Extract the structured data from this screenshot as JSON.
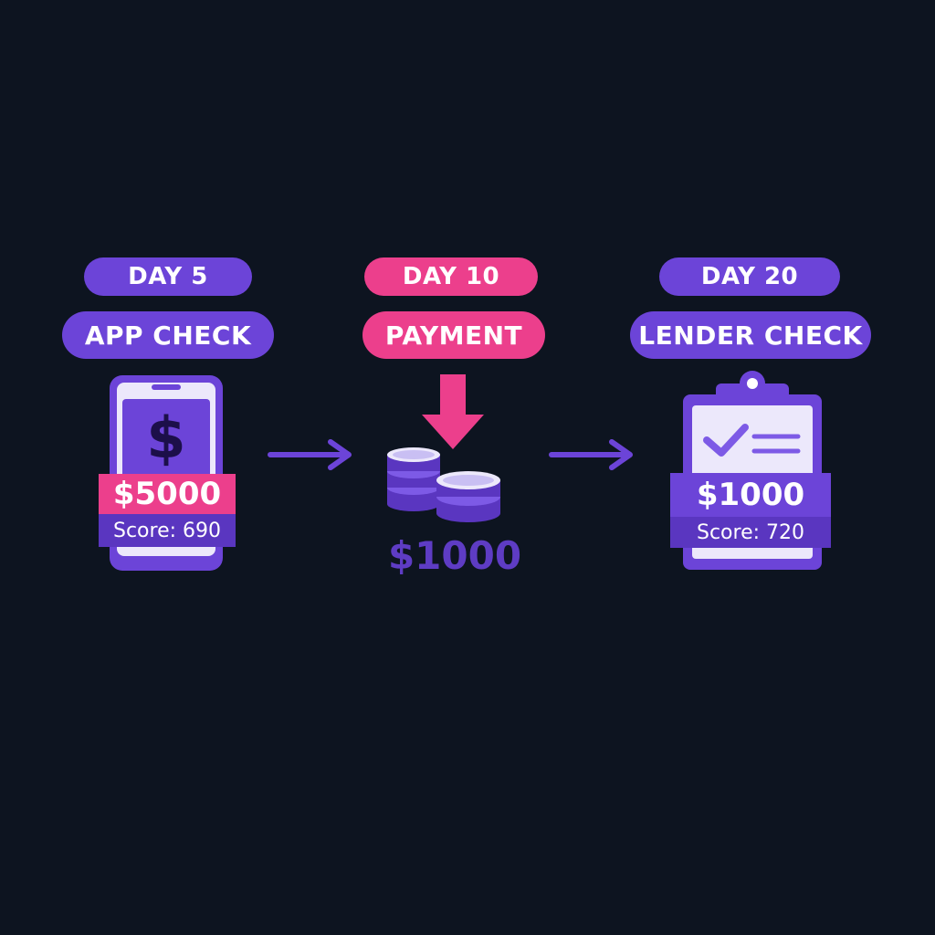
{
  "steps": [
    {
      "day": "DAY 5",
      "title": "APP CHECK",
      "amount": "$5000",
      "score": "Score: 690",
      "icon": "phone-dollar-icon"
    },
    {
      "day": "DAY 10",
      "title": "PAYMENT",
      "amount": "$1000",
      "icon": "coins-icon"
    },
    {
      "day": "DAY 20",
      "title": "LENDER CHECK",
      "amount": "$1000",
      "score": "Score: 720",
      "icon": "clipboard-check-icon"
    }
  ],
  "colors": {
    "background": "#0d1420",
    "purple": "#6c44d8",
    "pink": "#ec3f8c",
    "light_panel": "#ece8fb"
  }
}
